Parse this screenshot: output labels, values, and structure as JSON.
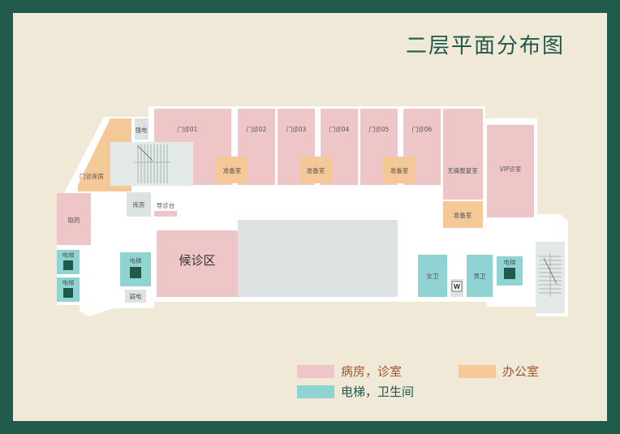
{
  "title": "二层平面分布图",
  "colors": {
    "ward": "#eec6c8",
    "office": "#f4c897",
    "elevator": "#8fd3d3",
    "gray": "#dde3e3",
    "wall": "#ffffff",
    "frame": "#1f5a4a",
    "bg": "#f1e9d7"
  },
  "rooms": {
    "clinic01": "门诊01",
    "clinic02": "门诊02",
    "clinic03": "门诊03",
    "clinic04": "门诊04",
    "clinic05": "门诊05",
    "clinic06": "门诊06",
    "prep": "准备室",
    "sterile_recovery": "无痛整复室",
    "vip_clinic": "VIP诊室",
    "strong_current": "强电",
    "weak_current": "弱电",
    "clinic_storage": "门诊库房",
    "storage": "库房",
    "pharmacy": "取药",
    "guide_desk": "导诊台",
    "waiting_area": "候诊区",
    "elevator": "电梯",
    "female_wc": "女卫",
    "male_wc": "男卫",
    "w_sign": "W"
  },
  "legend": {
    "ward": "病房，诊室",
    "office": "办公室",
    "elevator": "电梯，卫生间"
  }
}
